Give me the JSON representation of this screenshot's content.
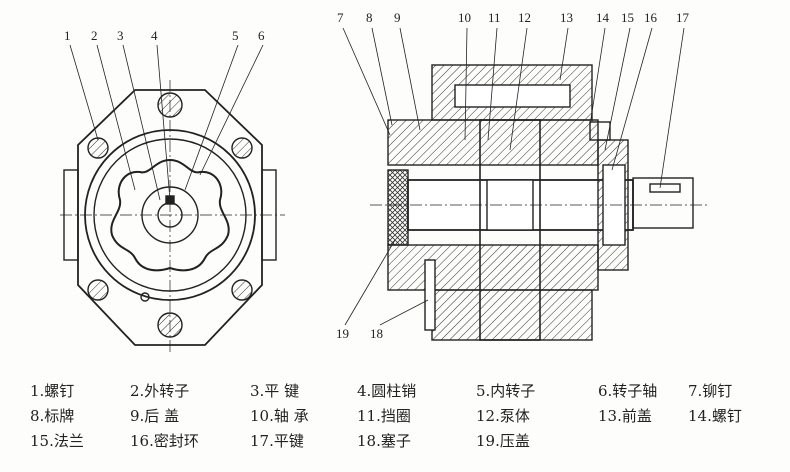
{
  "left_view_callouts": [
    "1",
    "2",
    "3",
    "4",
    "5",
    "6"
  ],
  "right_view_callouts": [
    "7",
    "8",
    "9",
    "10",
    "11",
    "12",
    "13",
    "14",
    "15",
    "16",
    "17"
  ],
  "bottom_callouts": [
    "19",
    "18"
  ],
  "legend": [
    [
      "1.螺钉",
      "2.外转子",
      "3.平 键",
      "4.圆柱销",
      "5.内转子",
      "6.转子轴",
      "7.铆钉"
    ],
    [
      "8.标牌",
      "9.后 盖",
      "10.轴 承",
      "11.挡圈",
      "12.泵体",
      "13.前盖",
      "14.螺钉"
    ],
    [
      "15.法兰",
      "16.密封环",
      "17.平键",
      "18.塞子",
      "19.压盖"
    ]
  ]
}
